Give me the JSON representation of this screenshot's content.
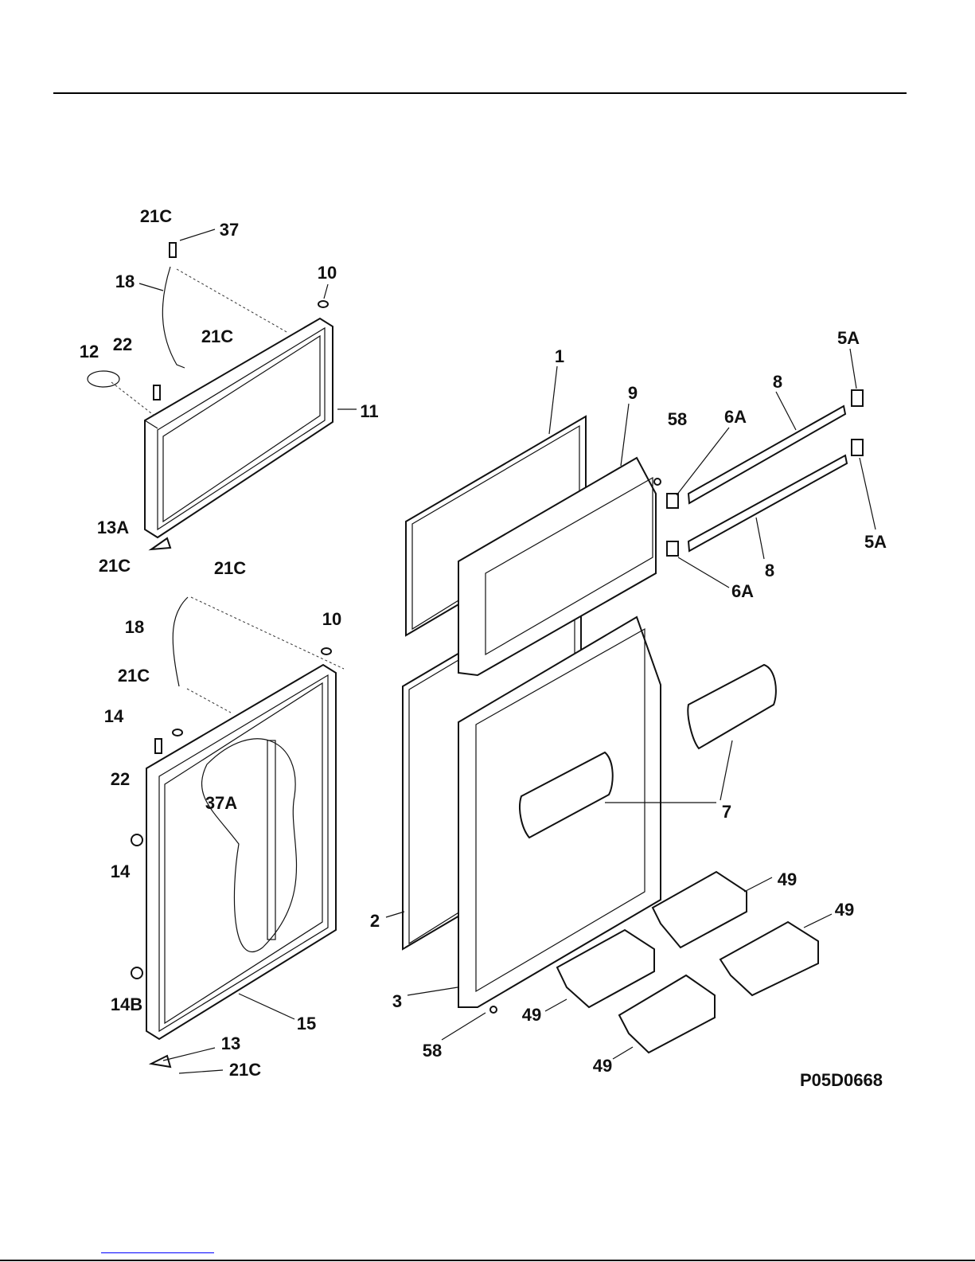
{
  "diagram": {
    "figure_code": "P05D0668",
    "callouts": [
      "21C",
      "37",
      "18",
      "10",
      "21C",
      "12",
      "22",
      "11",
      "1",
      "9",
      "5A",
      "8",
      "58",
      "6A",
      "5A",
      "8",
      "6A",
      "13A",
      "21C",
      "21C",
      "10",
      "18",
      "21C",
      "14",
      "22",
      "37A",
      "7",
      "14",
      "49",
      "49",
      "2",
      "3",
      "14B",
      "15",
      "13",
      "49",
      "58",
      "21C",
      "49"
    ]
  },
  "colors": {
    "rule": "#000000",
    "link_underline": "#0000ff"
  }
}
